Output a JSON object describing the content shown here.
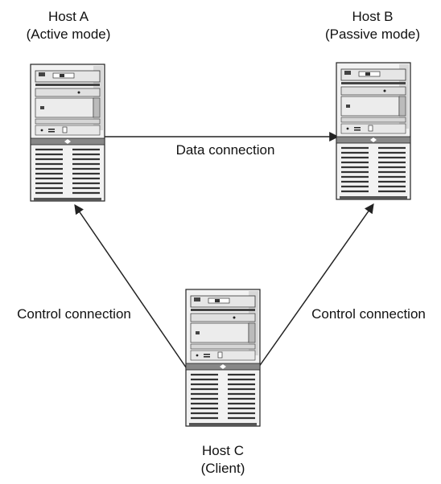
{
  "hosts": {
    "a": {
      "name": "Host A",
      "role": "(Active mode)"
    },
    "b": {
      "name": "Host B",
      "role": "(Passive mode)"
    },
    "c": {
      "name": "Host C",
      "role": "(Client)"
    }
  },
  "connections": {
    "data": "Data connection",
    "control_left": "Control connection",
    "control_right": "Control connection"
  },
  "colors": {
    "stroke": "#222222",
    "server_light": "#f4f4f4",
    "server_mid": "#cfcfcf",
    "server_dark": "#7a7a7a"
  }
}
